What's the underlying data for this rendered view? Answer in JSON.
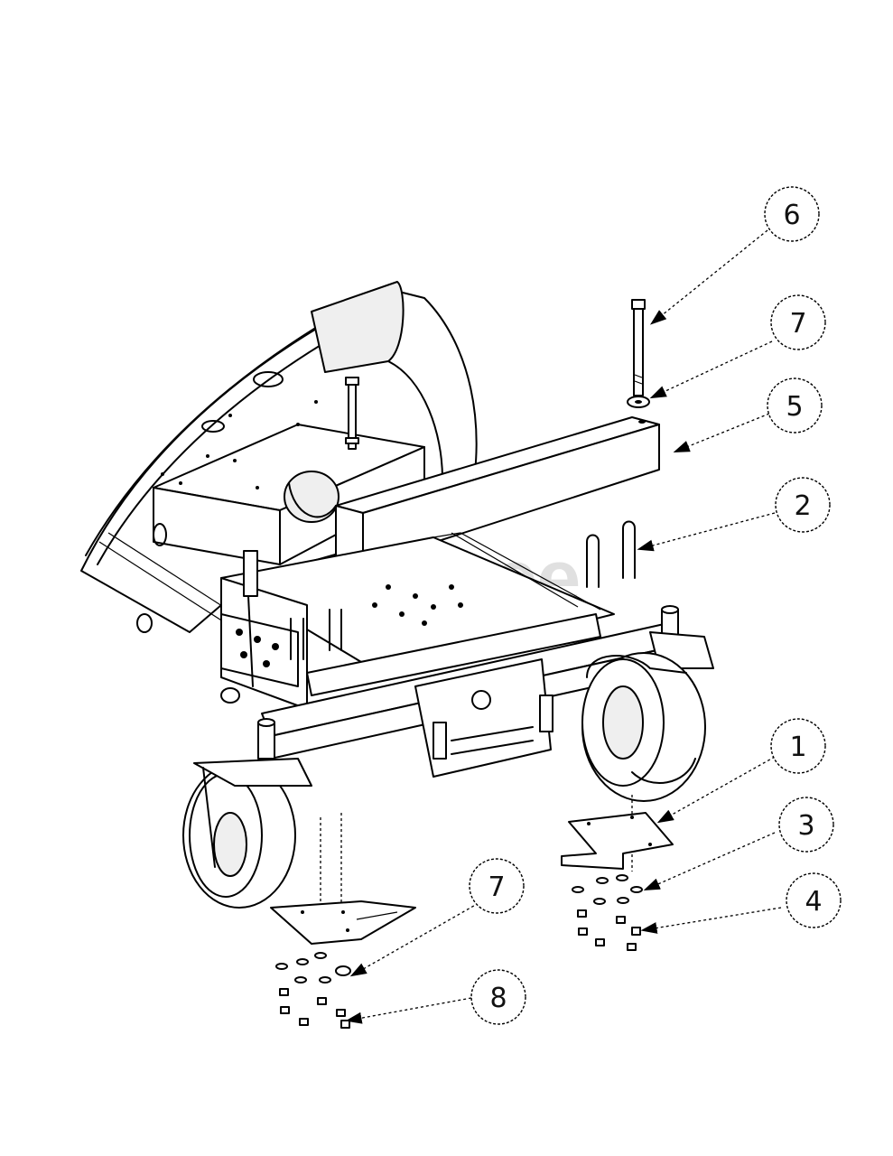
{
  "watermark": "PartsTree",
  "callouts": [
    {
      "id": "callout-6",
      "label": "6"
    },
    {
      "id": "callout-7-top",
      "label": "7"
    },
    {
      "id": "callout-5",
      "label": "5"
    },
    {
      "id": "callout-2",
      "label": "2"
    },
    {
      "id": "callout-1",
      "label": "1"
    },
    {
      "id": "callout-3",
      "label": "3"
    },
    {
      "id": "callout-4",
      "label": "4"
    },
    {
      "id": "callout-7-bottom",
      "label": "7"
    },
    {
      "id": "callout-8",
      "label": "8"
    }
  ]
}
